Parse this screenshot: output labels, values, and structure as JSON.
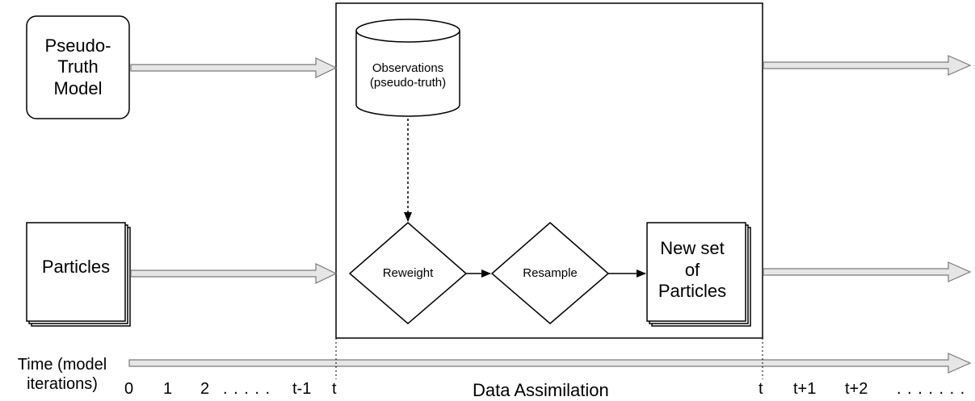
{
  "nodes": {
    "pseudo_truth": "Pseudo-Truth Model",
    "particles": "Particles",
    "observations": "Observations (pseudo-truth)",
    "reweight": "Reweight",
    "resample": "Resample",
    "new_particles": "New set of Particles"
  },
  "timeline": {
    "label": "Time (model iterations)",
    "ticks": [
      "0",
      "1",
      "2",
      ". . . . .",
      "t-1",
      "t",
      "t",
      "t+1",
      "t+2",
      ". . . . . . ."
    ],
    "section_label": "Data Assimilation"
  },
  "colors": {
    "stroke": "#000000",
    "arrow_fill": "#e6e6e6",
    "arrow_stroke": "#7a7a7a"
  }
}
